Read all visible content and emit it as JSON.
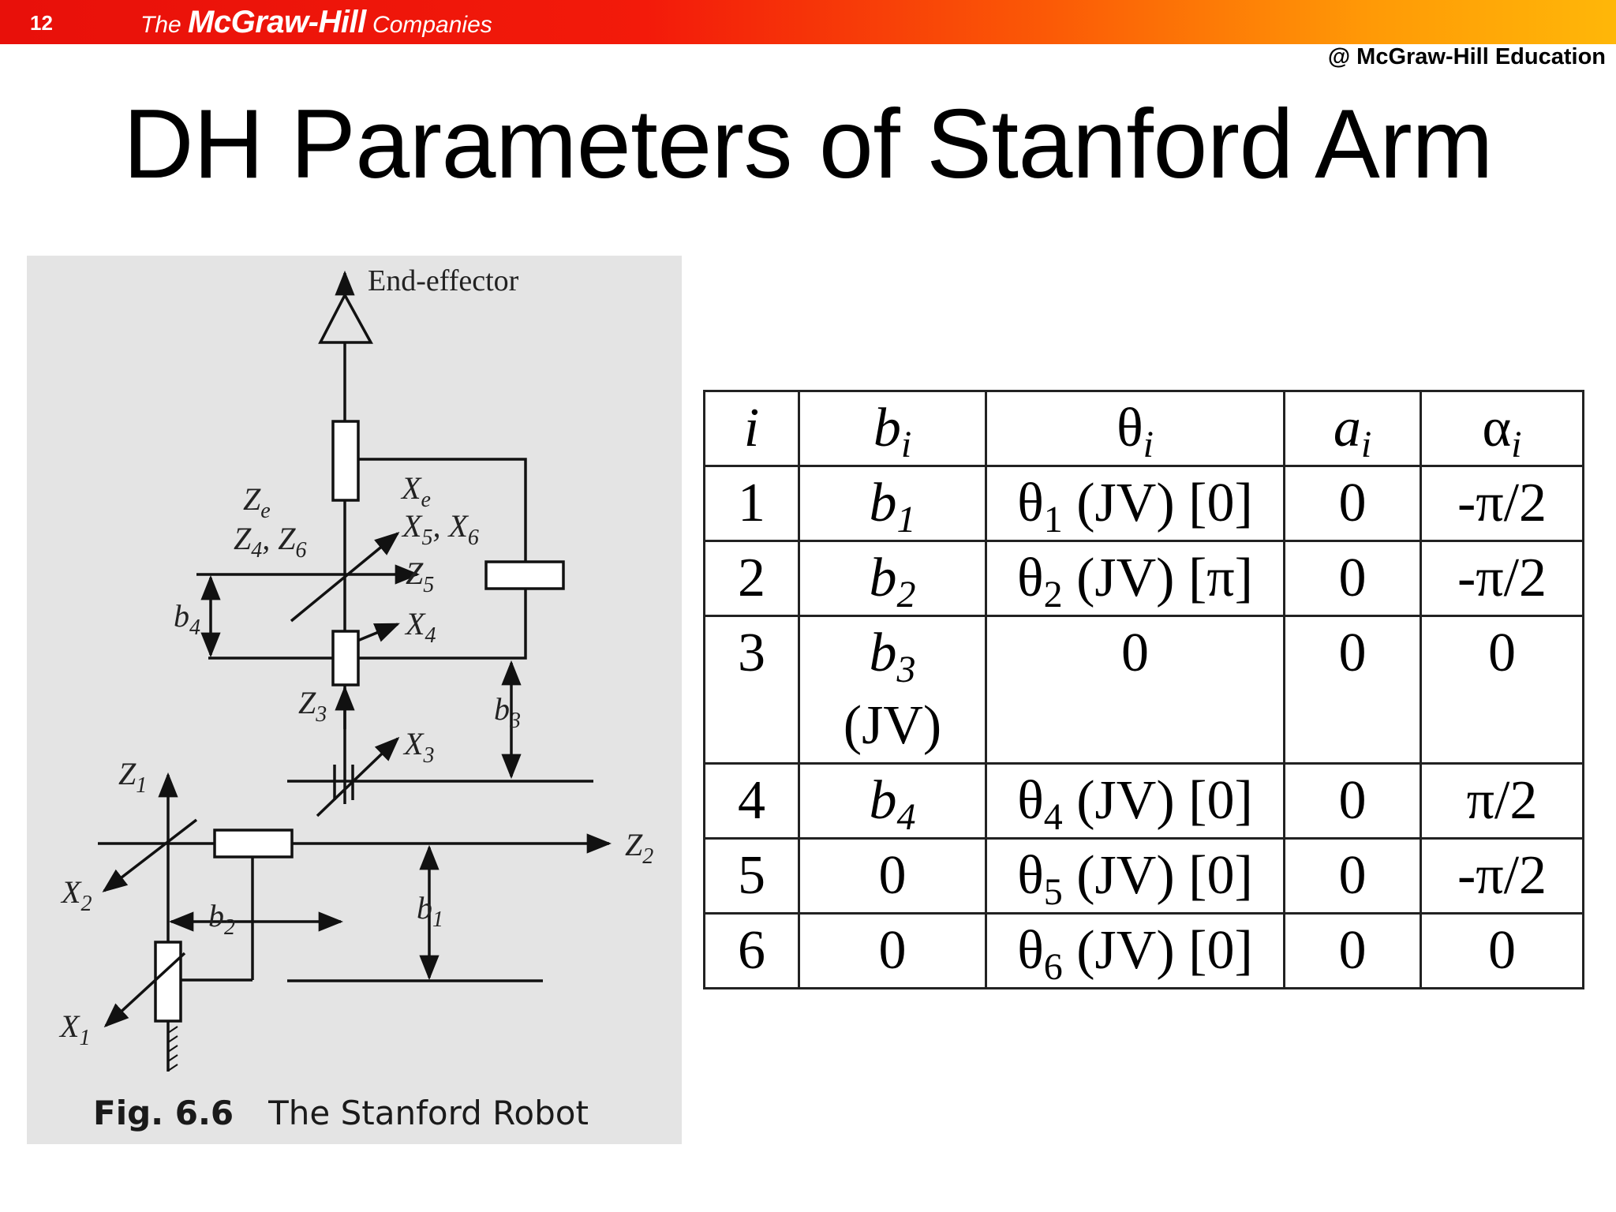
{
  "header": {
    "slide_number": "12",
    "brand_the": "The ",
    "brand_name": "McGraw-Hill",
    "brand_companies": " Companies",
    "copyright": "@ McGraw-Hill Education"
  },
  "title": "DH Parameters of Stanford Arm",
  "figure": {
    "end_effector_label": "End-effector",
    "caption_number": "Fig. 6.6",
    "caption_text": "The Stanford Robot"
  },
  "table": {
    "headers": {
      "i": "i",
      "b": "b",
      "b_sub": "i",
      "theta": "θ",
      "theta_sub": "i",
      "a": "a",
      "a_sub": "i",
      "alpha": "α",
      "alpha_sub": "i"
    },
    "rows": [
      {
        "i": "1",
        "b": "b",
        "b_sub": "1",
        "b_extra": "",
        "theta": "θ",
        "theta_sub": "1",
        "theta_rest": " (JV) [0]",
        "a": "0",
        "alpha": "-π/2"
      },
      {
        "i": "2",
        "b": "b",
        "b_sub": "2",
        "b_extra": "",
        "theta": "θ",
        "theta_sub": "2",
        "theta_rest": " (JV) [π]",
        "a": "0",
        "alpha": "-π/2"
      },
      {
        "i": "3",
        "b": "b",
        "b_sub": "3",
        "b_extra": "(JV)",
        "theta": "0",
        "theta_sub": "",
        "theta_rest": "",
        "a": "0",
        "alpha": "0"
      },
      {
        "i": "4",
        "b": "b",
        "b_sub": "4",
        "b_extra": "",
        "theta": "θ",
        "theta_sub": "4",
        "theta_rest": " (JV) [0]",
        "a": "0",
        "alpha": "π/2"
      },
      {
        "i": "5",
        "b": "0",
        "b_sub": "",
        "b_extra": "",
        "theta": "θ",
        "theta_sub": "5",
        "theta_rest": " (JV) [0]",
        "a": "0",
        "alpha": "-π/2"
      },
      {
        "i": "6",
        "b": "0",
        "b_sub": "",
        "b_extra": "",
        "theta": "θ",
        "theta_sub": "6",
        "theta_rest": " (JV) [0]",
        "a": "0",
        "alpha": "0"
      }
    ]
  }
}
